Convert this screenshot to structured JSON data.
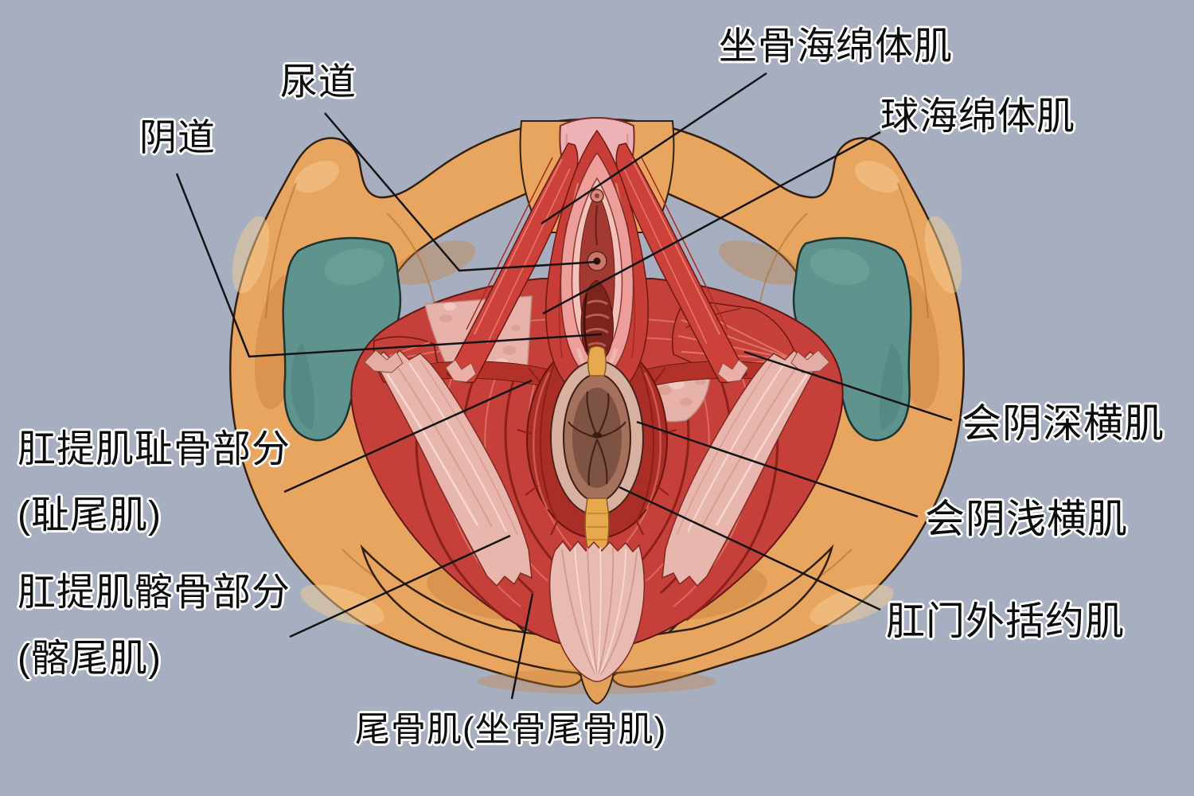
{
  "illustration": {
    "background": "#a6aec0",
    "line_color": "#141414",
    "label_text_color": "#0c0c0c",
    "label_outline_color": "#ffffff",
    "palette": {
      "bone": "#e8a55f",
      "bone_shadow": "#c9813f",
      "bone_highlight": "#f3cd96",
      "obturator_foramen_teal": "#5e938e",
      "muscle_red": "#c5403a",
      "muscle_dark_red": "#8c201b",
      "muscle_highlight": "#e0736a",
      "ligament_pale_pink": "#e9b6ae",
      "membrane_pink": "#e7b2aa",
      "vestibule_pink": "#ee9e9a",
      "inner_mucosa_red": "#a23a33",
      "anus_brown": "#a5705c",
      "tendon_yellow": "#e8a84e"
    }
  },
  "labels": {
    "ischiocavernosus": "坐骨海绵体肌",
    "bulbocavernosus": "球海绵体肌",
    "urethra": "尿道",
    "vagina": "阴道",
    "levator_ani_pubic_part": "肛提肌耻骨部分",
    "levator_ani_pubic_part_alias": "(耻尾肌)",
    "levator_ani_iliac_part": "肛提肌髂骨部分",
    "levator_ani_iliac_part_alias": "(髂尾肌)",
    "deep_transverse_perineal": "会阴深横肌",
    "superficial_transverse_perineal": "会阴浅横肌",
    "external_anal_sphincter": "肛门外括约肌",
    "coccygeus": "尾骨肌(坐骨尾骨肌)"
  }
}
